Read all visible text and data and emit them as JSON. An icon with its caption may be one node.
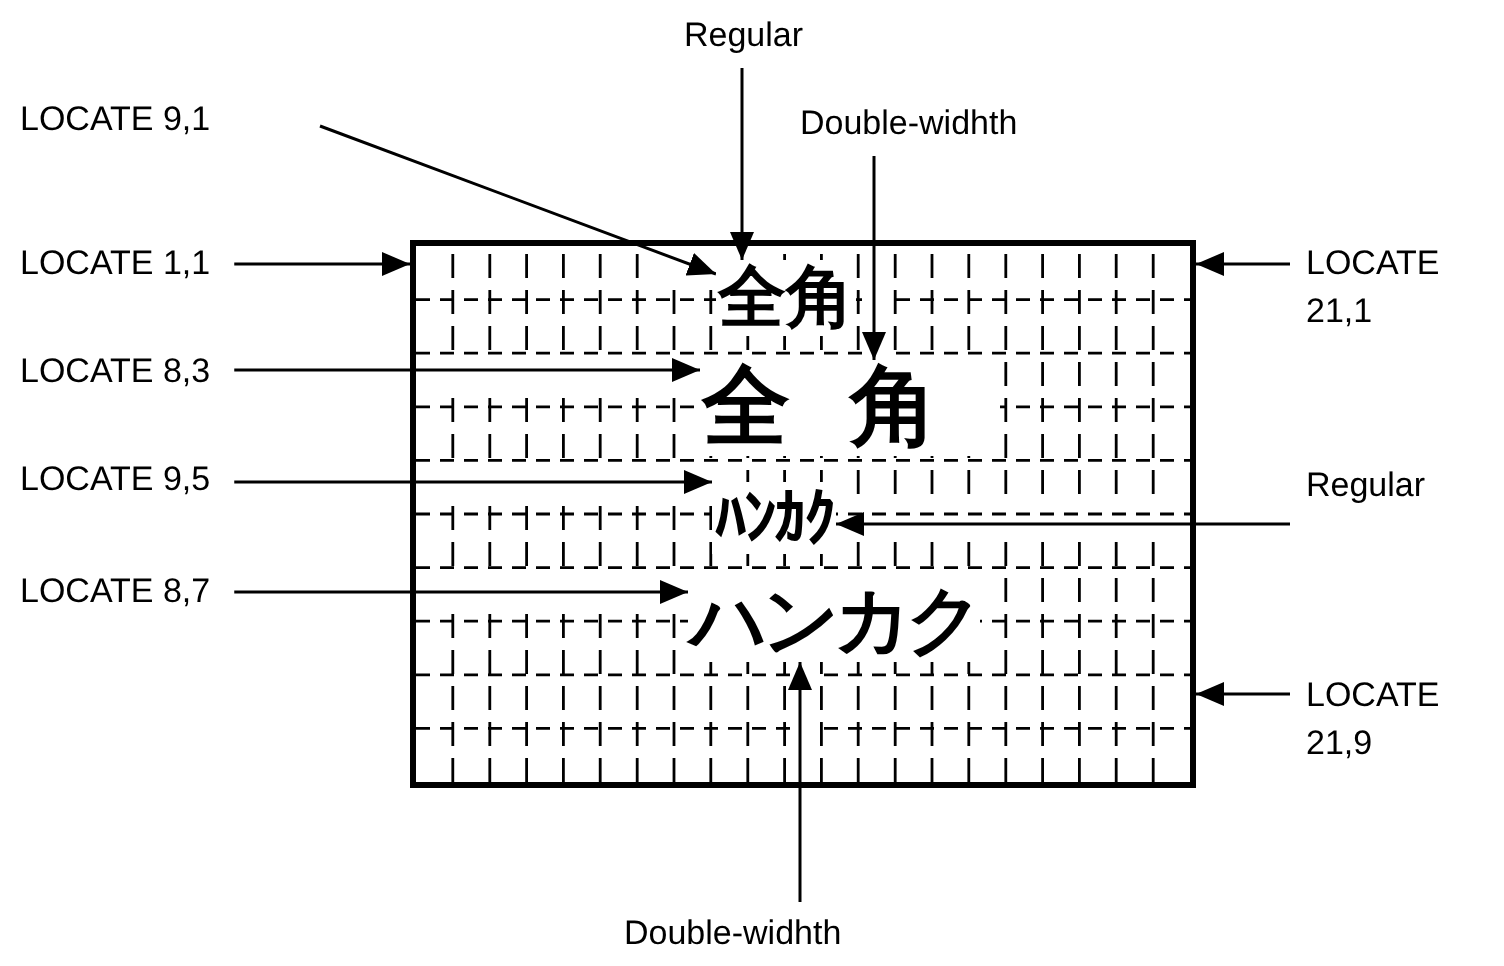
{
  "diagram": {
    "nodes": [
      {
        "text": [
          "LOCATE 9,1"
        ]
      },
      {
        "text": [
          "Regular"
        ]
      },
      {
        "text": [
          "Double-widhth"
        ]
      },
      {
        "text": [
          "LOCATE 1,1"
        ]
      },
      {
        "text": [
          "LOCATE 21,1"
        ]
      },
      {
        "text": [
          "LOCATE 8,3"
        ]
      },
      {
        "text": [
          "LOCATE 9,5"
        ]
      },
      {
        "text": [
          "Regular"
        ]
      },
      {
        "text": [
          "LOCATE 8,7"
        ]
      },
      {
        "text": [
          "LOCATE 21,9"
        ]
      },
      {
        "text": [
          "Double-widhth"
        ]
      },
      {
        "text": [],
        "shape": "box"
      },
      {
        "text": [
          "全角"
        ],
        "in": 11
      },
      {
        "text": [
          "全角"
        ],
        "in": 11
      },
      {
        "text": [
          "ﾊﾝｶｸ"
        ],
        "in": 11
      },
      {
        "text": [
          "ハンカク"
        ],
        "in": 11
      }
    ],
    "edges": [
      {
        "from": 0,
        "to": 12,
        "arrow": "to"
      },
      {
        "from": 1,
        "to": 12,
        "arrow": "to"
      },
      {
        "from": 2,
        "to": 13,
        "arrow": "to"
      },
      {
        "from": 3,
        "to": 11,
        "arrow": "to"
      },
      {
        "from": 4,
        "to": 11,
        "arrow": "to"
      },
      {
        "from": 5,
        "to": 13,
        "arrow": "to"
      },
      {
        "from": 6,
        "to": 14,
        "arrow": "to"
      },
      {
        "from": 7,
        "to": 14,
        "arrow": "to"
      },
      {
        "from": 8,
        "to": 15,
        "arrow": "to"
      },
      {
        "from": 9,
        "to": 11,
        "arrow": "to"
      },
      {
        "from": 10,
        "to": 15,
        "arrow": "to"
      }
    ]
  }
}
